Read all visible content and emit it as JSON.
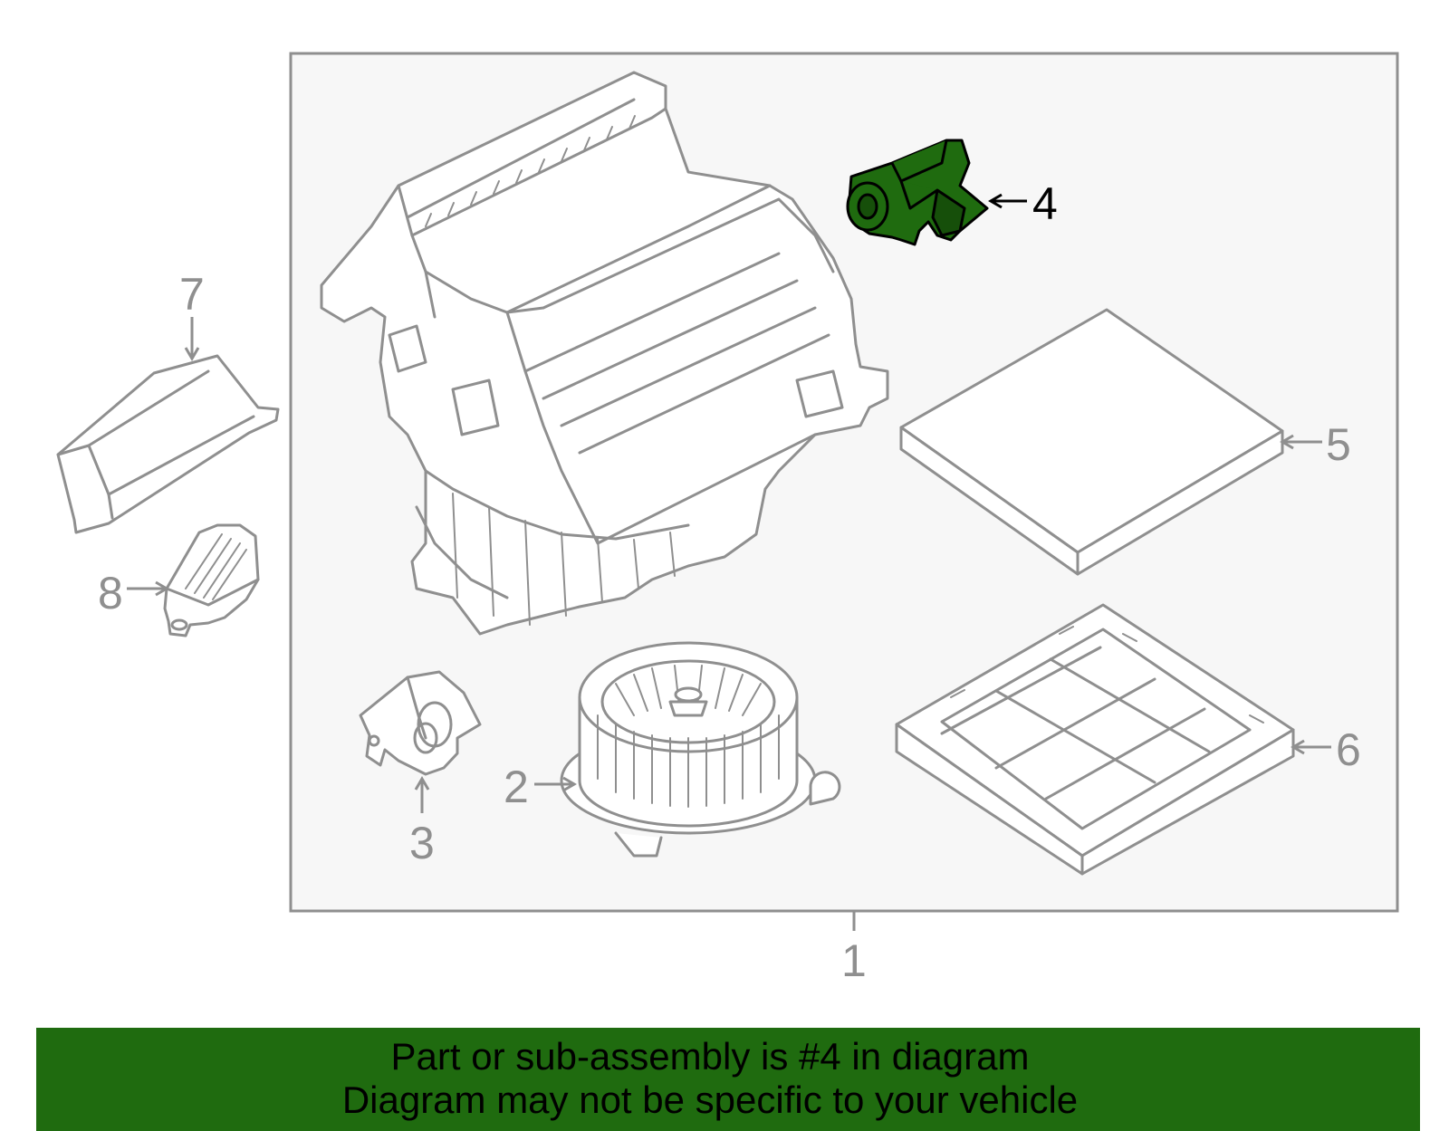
{
  "callouts": {
    "c1": "1",
    "c2": "2",
    "c3": "3",
    "c4": "4",
    "c5": "5",
    "c6": "6",
    "c7": "7",
    "c8": "8"
  },
  "highlighted_part": "4",
  "colors": {
    "highlight_fill": "#1f6b0f",
    "banner_bg": "#1f6b0f",
    "line_gray": "#8f8f8f",
    "frame_bg": "#f7f7f7"
  },
  "banner": {
    "line1": "Part or sub-assembly is #4 in diagram",
    "line2": "Diagram may not be specific to your vehicle"
  }
}
